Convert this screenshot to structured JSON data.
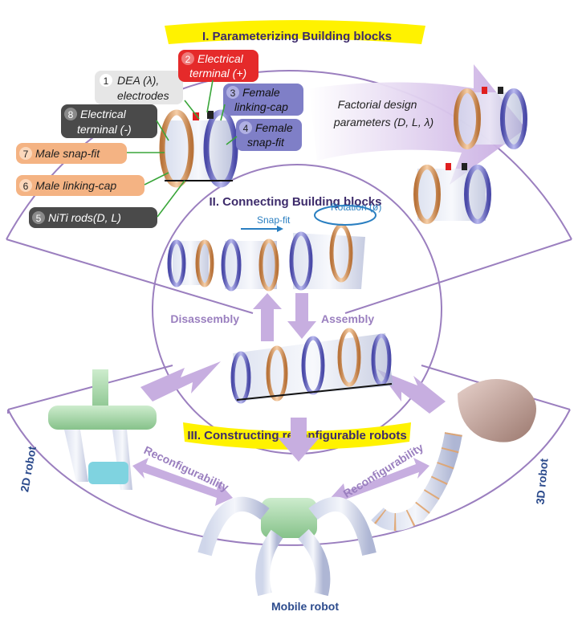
{
  "sections": {
    "top_banner": "I. Parameterizing Building blocks",
    "middle_banner": "II. Connecting Building blocks",
    "bottom_banner": "III. Constructing reconfigurable robots"
  },
  "labels": [
    {
      "num": "1",
      "text1": "DEA (λ),",
      "text2": "electrodes",
      "fill": "#e6e6e6",
      "numfill": "#ffffff"
    },
    {
      "num": "2",
      "text1": "Electrical",
      "text2": "terminal (+)",
      "fill": "#e52a2a",
      "numfill": "#f07a7a"
    },
    {
      "num": "3",
      "text1": "Female",
      "text2": "linking-cap",
      "fill": "#7f7fc7",
      "numfill": "#b0b0e3"
    },
    {
      "num": "4",
      "text1": "Female",
      "text2": "snap-fit",
      "fill": "#7f7fc7",
      "numfill": "#b0b0e3"
    },
    {
      "num": "5",
      "text1": "NiTi rods(D, L)",
      "text2": "",
      "fill": "#4a4a4a",
      "numfill": "#8a8a8a"
    },
    {
      "num": "6",
      "text1": "Male linking-cap",
      "text2": "",
      "fill": "#f4b383",
      "numfill": "#fbd8bc"
    },
    {
      "num": "7",
      "text1": "Male snap-fit",
      "text2": "",
      "fill": "#f4b383",
      "numfill": "#fbd8bc"
    },
    {
      "num": "8",
      "text1": "Electrical",
      "text2": "terminal (-)",
      "fill": "#4a4a4a",
      "numfill": "#8a8a8a"
    }
  ],
  "factorial": {
    "line1": "Factorial design",
    "line2": "parameters  (D, L, λ)"
  },
  "connect": {
    "snap_fit": "Snap-fit",
    "rotation": "Rotation (ø)",
    "disassembly": "Disassembly",
    "assembly": "Assembly"
  },
  "robots": {
    "left": "2D robot",
    "right": "3D robot",
    "bottom": "Mobile robot",
    "reconfig_left": "Reconfigurability",
    "reconfig_right": "Reconfigurability"
  },
  "colors": {
    "outline": "#9b7fbf",
    "arrow": "#c7aee0",
    "banner": "#fff200",
    "ring_blue": "#6e6ec2",
    "ring_orange": "#e0a36c",
    "terminal_red": "#e01f1f",
    "green_part": "#a8d5a8",
    "elephant": "#c9a8a0"
  }
}
